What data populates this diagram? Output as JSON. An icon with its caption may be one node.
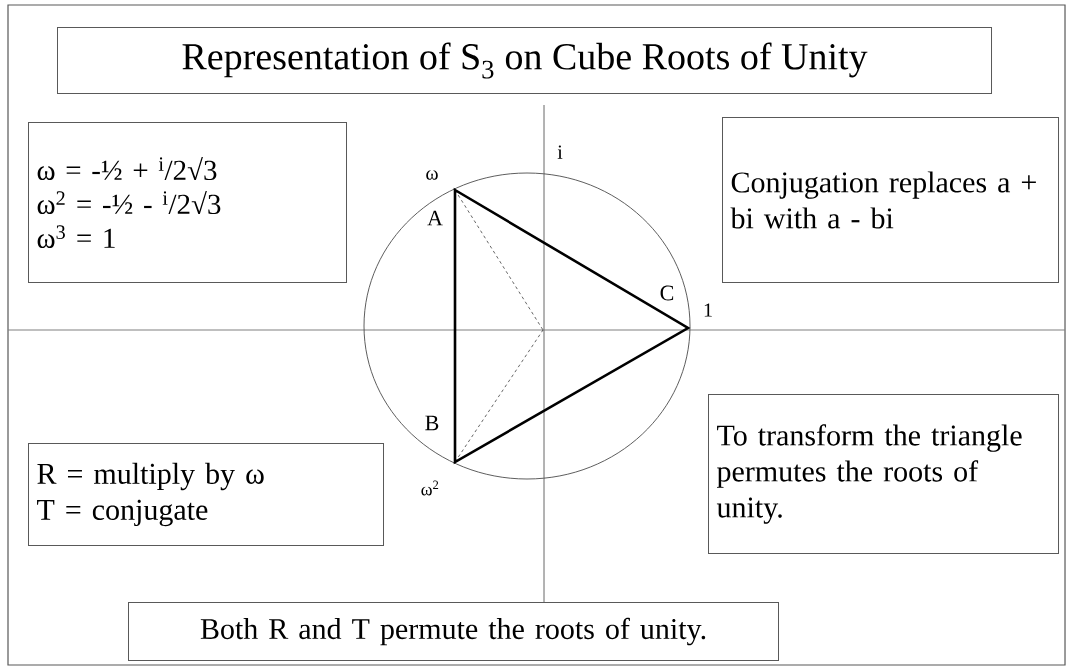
{
  "diagram": {
    "title": "Representation of S$_{3}$ on Cube Roots of Unity",
    "nodes": [
      {
        "text": [
          "ω = -½ + $^{i}$/2√3",
          "ω$^{2}$ = -½ - $^{i}$/2√3",
          "ω$^{3}$ = 1"
        ]
      },
      {
        "text": [
          "Conjugation replaces a + bi with  a - bi"
        ]
      },
      {
        "text": [
          "R = multiply by ω",
          "T = conjugate"
        ]
      },
      {
        "text": [
          "To transform the triangle permutes the roots of unity."
        ]
      },
      {
        "text": [
          "Both R and T permute the roots of unity."
        ]
      }
    ],
    "labels": [
      "i",
      "ω",
      "A",
      "C",
      "1",
      "B",
      "ω$^{2}$"
    ]
  }
}
